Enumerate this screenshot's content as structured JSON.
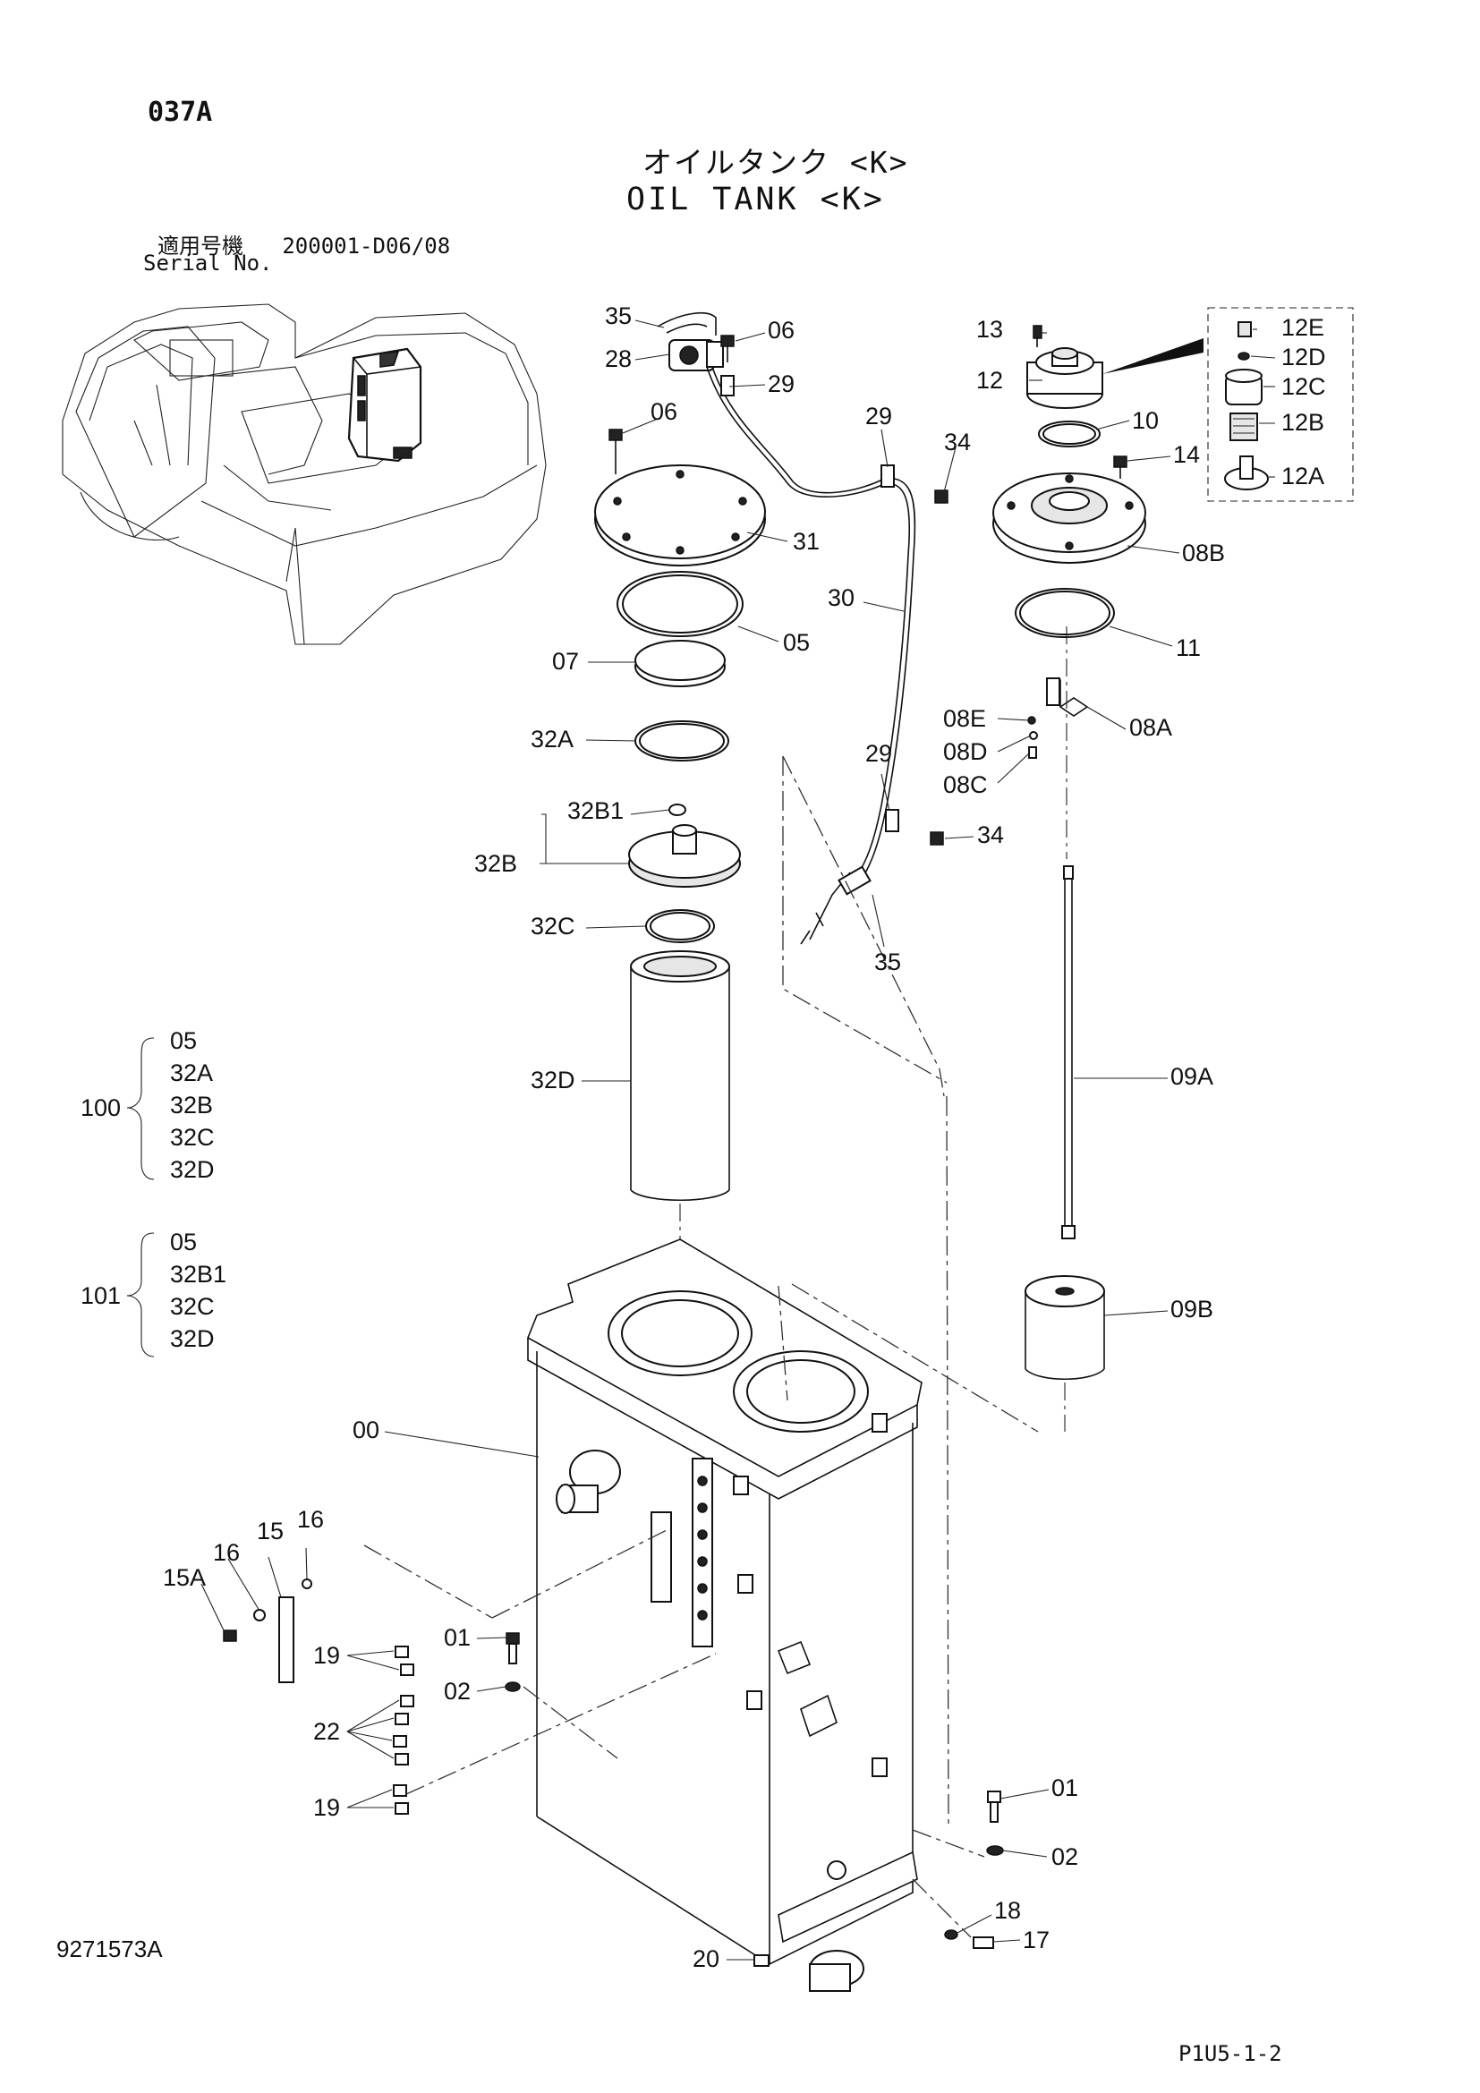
{
  "header": {
    "page_code": "037A",
    "title_jp": "オイルタンク <K>",
    "title_en": "OIL TANK <K>",
    "serial_label_jp": "適用号機",
    "serial_value": "200001-D06/08",
    "serial_label_en": "Serial No."
  },
  "footer": {
    "document_number": "9271573A",
    "page_number": "P1U5-1-2"
  },
  "callouts": {
    "p35_top": "35",
    "p28": "28",
    "p06_top": "06",
    "p29_top": "29",
    "p06_cover": "06",
    "p31": "31",
    "p05": "05",
    "p07": "07",
    "p32A": "32A",
    "p32B1": "32B1",
    "p32B": "32B",
    "p32C": "32C",
    "p32D": "32D",
    "p29_mid": "29",
    "p34_top": "34",
    "p30": "30",
    "p29_low": "29",
    "p34_low": "34",
    "p35_low": "35",
    "p13": "13",
    "p12": "12",
    "p10": "10",
    "p14": "14",
    "p08B": "08B",
    "p11": "11",
    "p08A": "08A",
    "p08E": "08E",
    "p08D": "08D",
    "p08C": "08C",
    "p09A": "09A",
    "p09B": "09B",
    "p12E": "12E",
    "p12D": "12D",
    "p12C": "12C",
    "p12B": "12B",
    "p12A": "12A",
    "p00": "00",
    "p15A": "15A",
    "p16_a": "16",
    "p15": "15",
    "p16_b": "16",
    "p19_a": "19",
    "p22": "22",
    "p19_b": "19",
    "p01_a": "01",
    "p02_a": "02",
    "p01_b": "01",
    "p02_b": "02",
    "p18": "18",
    "p17": "17",
    "p20": "20"
  },
  "kits": [
    {
      "number": "100",
      "items": [
        "05",
        "32A",
        "32B",
        "32C",
        "32D"
      ]
    },
    {
      "number": "101",
      "items": [
        "05",
        "32B1",
        "32C",
        "32D"
      ]
    }
  ]
}
